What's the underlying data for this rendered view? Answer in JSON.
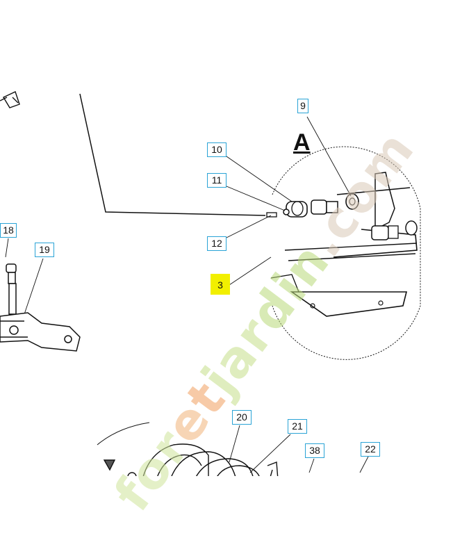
{
  "section_label": "A",
  "callouts": {
    "c9": "9",
    "c10": "10",
    "c11": "11",
    "c12": "12",
    "c3": "3",
    "c18": "18",
    "c19": "19",
    "c20": "20",
    "c21": "21",
    "c38": "38",
    "c22": "22"
  },
  "highlighted_callout": "3",
  "watermark": {
    "text_parts": [
      {
        "t": "for",
        "color": "#cfe49a"
      },
      {
        "t": "e",
        "color": "#f2b37a"
      },
      {
        "t": "t",
        "color": "#f2a060"
      },
      {
        "t": "jar",
        "color": "#c5df8a"
      },
      {
        "t": "din",
        "color": "#b9d97a"
      },
      {
        "t": ".com",
        "color": "#d9c9b7"
      }
    ]
  },
  "colors": {
    "callout_border": "#29a3d6",
    "highlight": "#f2ef00",
    "line": "#111111"
  }
}
